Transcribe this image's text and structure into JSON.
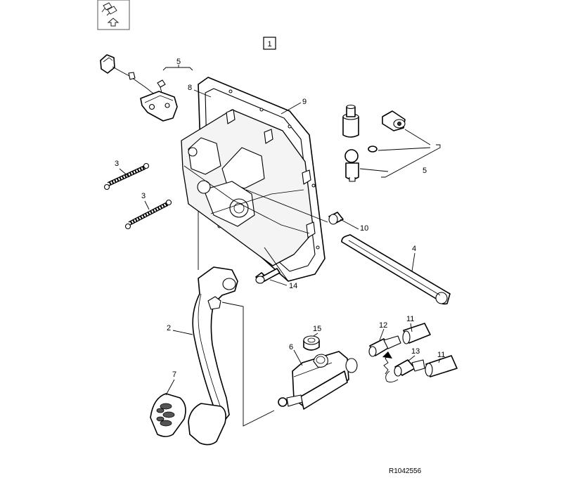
{
  "diagram": {
    "figure_marker": "1",
    "reference_code": "R1042556",
    "callouts": [
      {
        "key": "c5a",
        "text": "5"
      },
      {
        "key": "c8",
        "text": "8"
      },
      {
        "key": "c9",
        "text": "9"
      },
      {
        "key": "c3a",
        "text": "3"
      },
      {
        "key": "c3b",
        "text": "3"
      },
      {
        "key": "c5b",
        "text": "5"
      },
      {
        "key": "c10",
        "text": "10"
      },
      {
        "key": "c4",
        "text": "4"
      },
      {
        "key": "c14",
        "text": "14"
      },
      {
        "key": "c2",
        "text": "2"
      },
      {
        "key": "c7",
        "text": "7"
      },
      {
        "key": "c15",
        "text": "15"
      },
      {
        "key": "c6",
        "text": "6"
      },
      {
        "key": "c12",
        "text": "12"
      },
      {
        "key": "c11a",
        "text": "11"
      },
      {
        "key": "c13",
        "text": "13"
      },
      {
        "key": "c11b",
        "text": "11"
      }
    ]
  }
}
